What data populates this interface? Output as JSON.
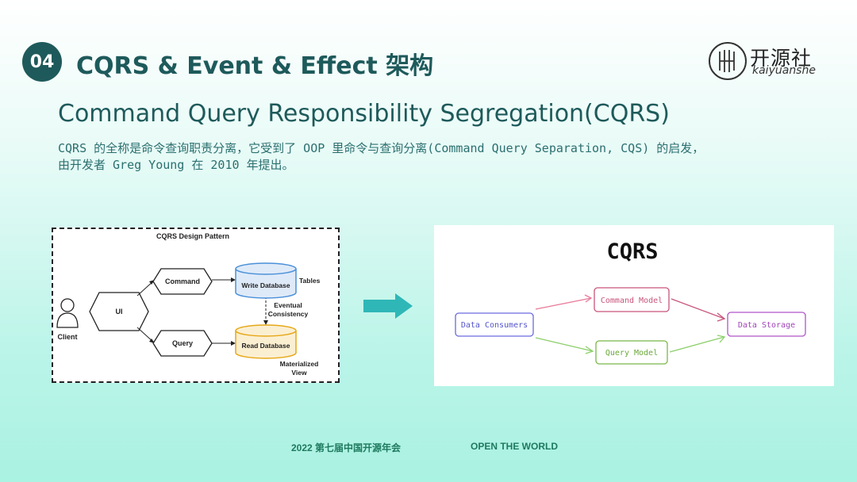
{
  "header": {
    "badge": "04",
    "title": "CQRS & Event & Effect 架构"
  },
  "logo": {
    "cn": "开源社",
    "en": "kaiyuanshe"
  },
  "subtitle": "Command Query Responsibility Segregation(CQRS)",
  "description": {
    "line1": "CQRS 的全称是命令查询职责分离，它受到了 OOP 里命令与查询分离(Command Query Separation, CQS) 的启发，",
    "line2": "由开发者 Greg Young 在 2010 年提出。"
  },
  "left_diagram": {
    "title": "CQRS Design Pattern",
    "client": "Client",
    "ui": "UI",
    "command": "Command",
    "query": "Query",
    "write_db": "Write Database",
    "read_db": "Read Database",
    "tables": "Tables",
    "eventual_1": "Eventual",
    "eventual_2": "Consistency",
    "materialized_1": "Materialized",
    "materialized_2": "View"
  },
  "right_diagram": {
    "title": "CQRS",
    "data_consumers": "Data Consumers",
    "command_model": "Command Model",
    "query_model": "Query Model",
    "data_storage": "Data Storage"
  },
  "colors": {
    "primary": "#1e5a5b",
    "arrow": "#2fb7b7",
    "db_write": "#4a90d9",
    "db_read": "#e6a817",
    "consumers": "#6a6ae0",
    "command": "#c8557a",
    "query": "#7ab84a",
    "storage": "#b055c8"
  },
  "footer": {
    "left": "2022 第七届中国开源年会",
    "right": "OPEN THE WORLD"
  }
}
